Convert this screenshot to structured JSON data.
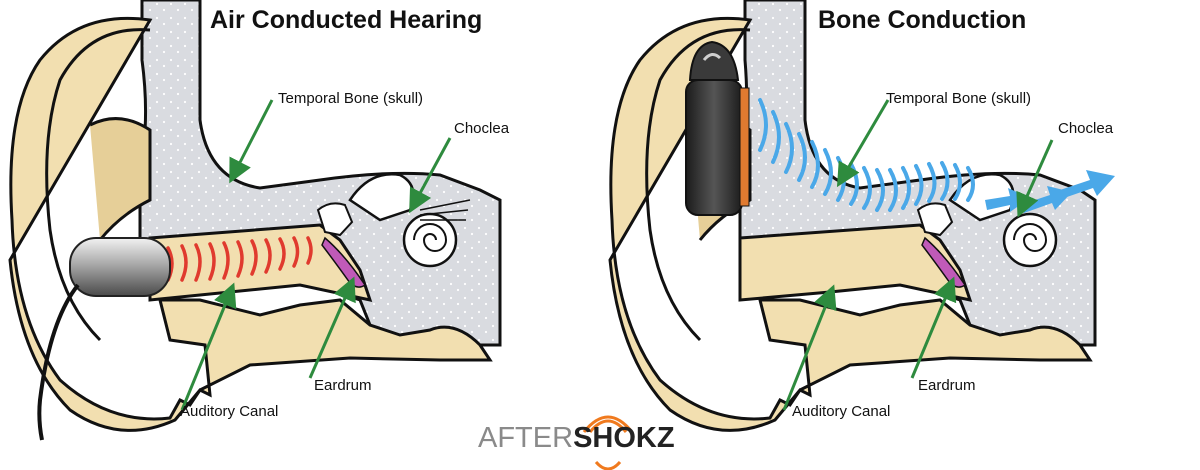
{
  "panels": {
    "left": {
      "title": "Air Conducted Hearing",
      "labels": {
        "temporal_bone": "Temporal Bone (skull)",
        "cochlea": "Choclea",
        "eardrum": "Eardrum",
        "auditory_canal": "Auditory Canal"
      }
    },
    "right": {
      "title": "Bone Conduction",
      "labels": {
        "temporal_bone": "Temporal Bone (skull)",
        "cochlea": "Choclea",
        "eardrum": "Eardrum",
        "auditory_canal": "Auditory Canal"
      }
    }
  },
  "logo": {
    "part1": "AFTER",
    "part2": "SHOKZ"
  },
  "colors": {
    "skin": "#f2dfb0",
    "skin_dark": "#dcc58f",
    "bone": "#d9dbe0",
    "arrow": "#2e8b3e",
    "air_wave": "#e03a2e",
    "bone_wave": "#4aa8e8",
    "eardrum": "#c05ab8",
    "logo_accent": "#f07a1e"
  }
}
